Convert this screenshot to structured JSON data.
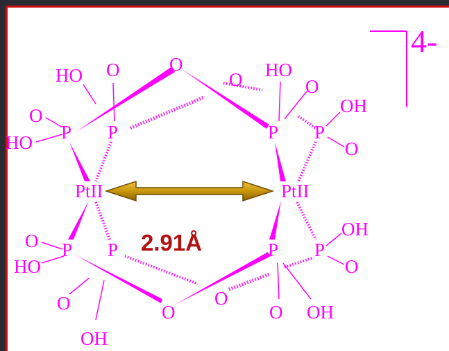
{
  "charge": "4-",
  "distance": "2.91Å",
  "labels": {
    "ho": "HO",
    "oh": "OH",
    "o": "O",
    "p": "P",
    "pt": "PtII"
  },
  "colors": {
    "bond": "#ff00ff",
    "arrow": "#c8960c",
    "distance": "#b21010",
    "frame_border": "#cc1111"
  }
}
